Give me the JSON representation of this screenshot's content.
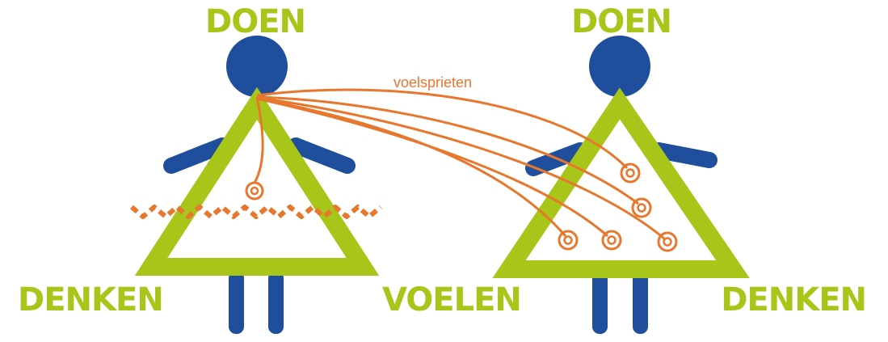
{
  "labels": {
    "left_top": "DOEN",
    "right_top": "DOEN",
    "left_bottom_left": "DENKEN",
    "middle_bottom": "VOELEN",
    "right_bottom_right": "DENKEN",
    "connection": "voelsprieten"
  },
  "colors": {
    "figure_blue": "#1f4e9c",
    "triangle_green": "#a8c51a",
    "connection_orange": "#e8772e"
  }
}
